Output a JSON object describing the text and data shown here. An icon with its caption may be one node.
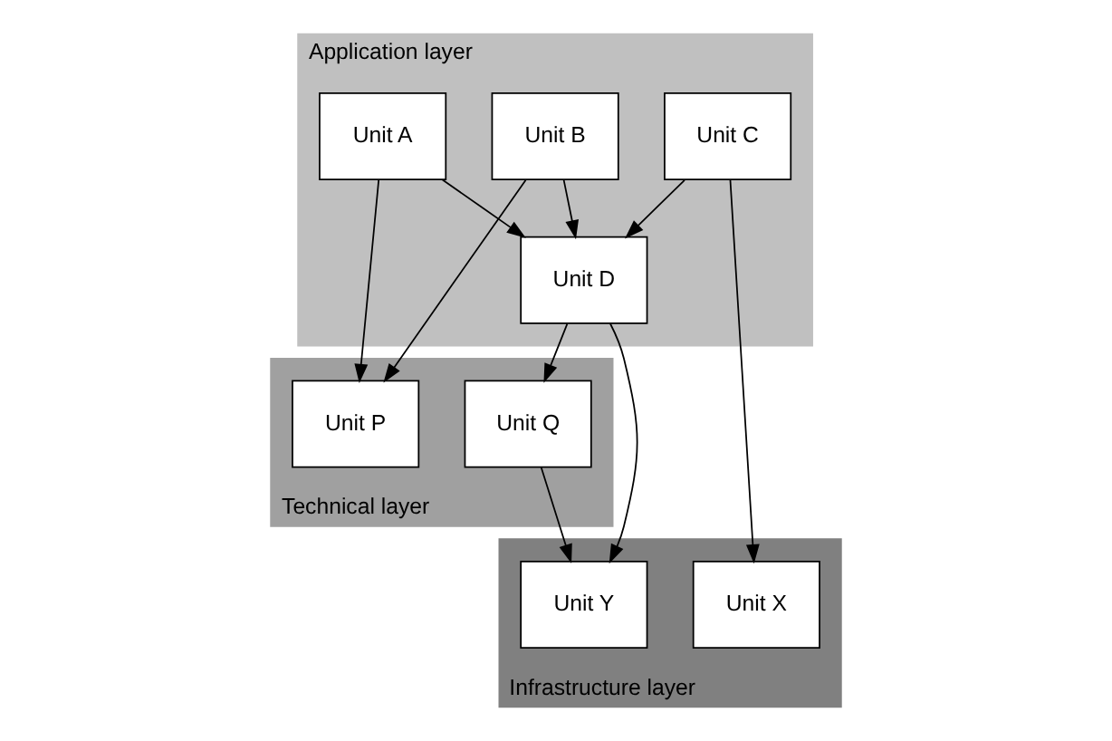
{
  "diagram": {
    "nodes": [
      {
        "text": [
          "Application layer"
        ]
      },
      {
        "text": [
          "Unit A"
        ],
        "in": 0
      },
      {
        "text": [
          "Unit B"
        ],
        "in": 0
      },
      {
        "text": [
          "Unit C"
        ],
        "in": 0
      },
      {
        "text": [
          "Unit D"
        ],
        "in": 0
      },
      {
        "text": [
          "Technical layer"
        ]
      },
      {
        "text": [
          "Unit P"
        ],
        "in": 5
      },
      {
        "text": [
          "Unit Q"
        ],
        "in": 5
      },
      {
        "text": [
          "Infrastructure layer"
        ]
      },
      {
        "text": [
          "Unit X"
        ],
        "in": 8
      },
      {
        "text": [
          "Unit Y"
        ],
        "in": 8
      }
    ],
    "edges": [
      {
        "from": 1,
        "to": 4,
        "arrow": "to"
      },
      {
        "from": 1,
        "to": 6,
        "arrow": "to"
      },
      {
        "from": 2,
        "to": 4,
        "arrow": "to"
      },
      {
        "from": 2,
        "to": 6,
        "arrow": "to"
      },
      {
        "from": 3,
        "to": 4,
        "arrow": "to"
      },
      {
        "from": 3,
        "to": 9,
        "arrow": "to"
      },
      {
        "from": 4,
        "to": 10,
        "arrow": "to"
      },
      {
        "from": 4,
        "to": 7,
        "arrow": "to"
      },
      {
        "from": 7,
        "to": 10,
        "arrow": "to"
      }
    ]
  }
}
